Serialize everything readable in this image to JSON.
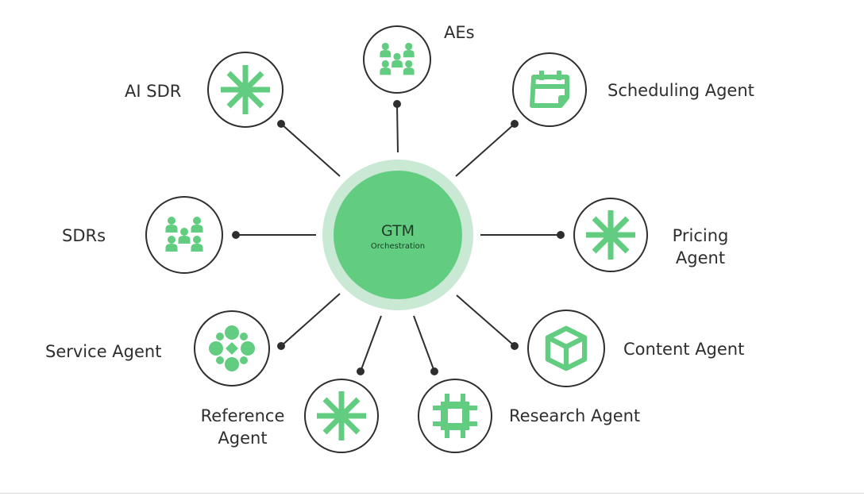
{
  "center": {
    "title": "GTM",
    "subtitle": "Orchestration",
    "outer_ring_color": "#c9e9d4",
    "fill_color": "#62cd81"
  },
  "colors": {
    "icon": "#62cd81",
    "connector": "#2e2e2e",
    "node_border": "#2e2e2e",
    "label_text": "#2e2e2e"
  },
  "nodes": [
    {
      "id": "aes",
      "label": "AEs",
      "icon": "team-icon"
    },
    {
      "id": "scheduling-agent",
      "label": "Scheduling Agent",
      "icon": "calendar-icon"
    },
    {
      "id": "pricing-agent",
      "label_lines": [
        "Pricing",
        "Agent"
      ],
      "icon": "asterisk-icon"
    },
    {
      "id": "content-agent",
      "label": "Content Agent",
      "icon": "cube-icon"
    },
    {
      "id": "research-agent",
      "label": "Research Agent",
      "icon": "chip-icon"
    },
    {
      "id": "reference-agent",
      "label_lines": [
        "Reference",
        "Agent"
      ],
      "icon": "asterisk-icon"
    },
    {
      "id": "service-agent",
      "label": "Service Agent",
      "icon": "dots-cluster-icon"
    },
    {
      "id": "sdrs",
      "label": "SDRs",
      "icon": "team-icon"
    },
    {
      "id": "ai-sdr",
      "label": "AI SDR",
      "icon": "asterisk-icon"
    }
  ]
}
